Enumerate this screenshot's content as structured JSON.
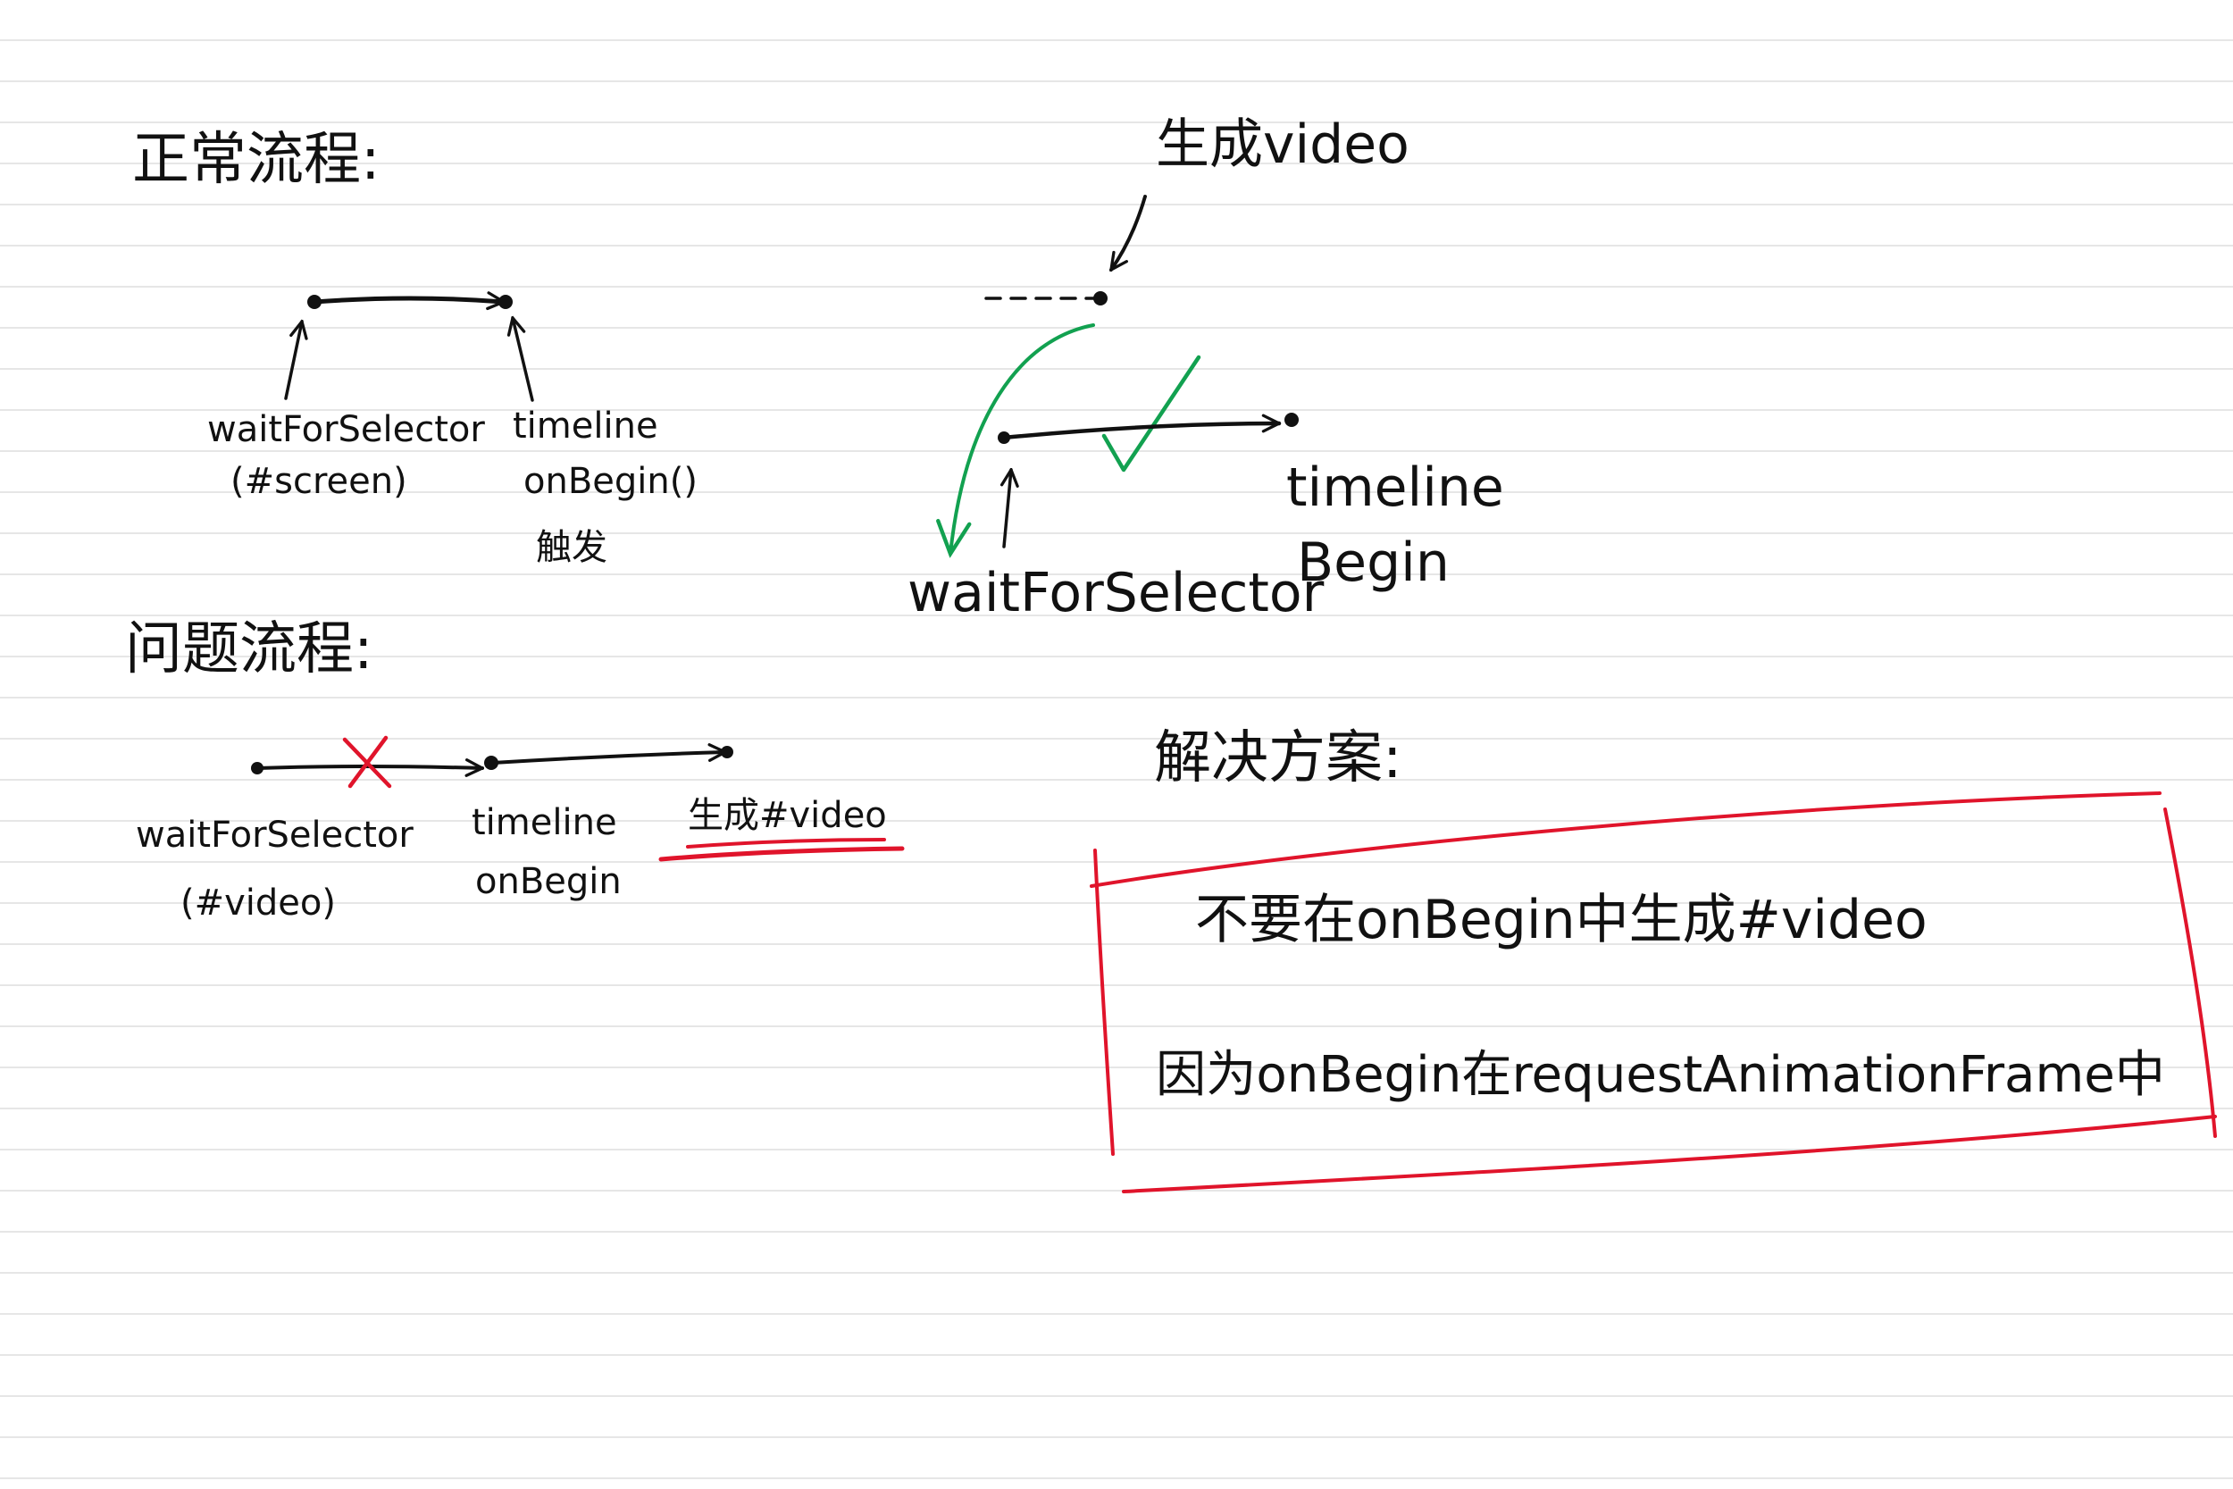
{
  "colors": {
    "ink": "#111111",
    "green": "#12a150",
    "red": "#e0142b",
    "rule": "#e6e6e6"
  },
  "normal_flow": {
    "title": "正常流程:",
    "label_wait": "waitForSelector",
    "label_wait_arg": "(#screen)",
    "label_timeline": "timeline",
    "label_onbegin": "onBegin()",
    "label_trigger": "触发"
  },
  "problem_flow": {
    "title": "问题流程:",
    "label_wait": "waitForSelector",
    "label_wait_arg": "(#video)",
    "label_timeline": "timeline",
    "label_onbegin": "onBegin",
    "label_generate": "生成#video"
  },
  "correct_flow": {
    "label_generate": "生成video",
    "label_wait": "waitForSelector",
    "label_timeline": "timeline",
    "label_begin": "Begin"
  },
  "solution": {
    "title": "解决方案:",
    "line1": "不要在onBegin中生成#video",
    "line2": "因为onBegin在requestAnimationFrame中"
  }
}
